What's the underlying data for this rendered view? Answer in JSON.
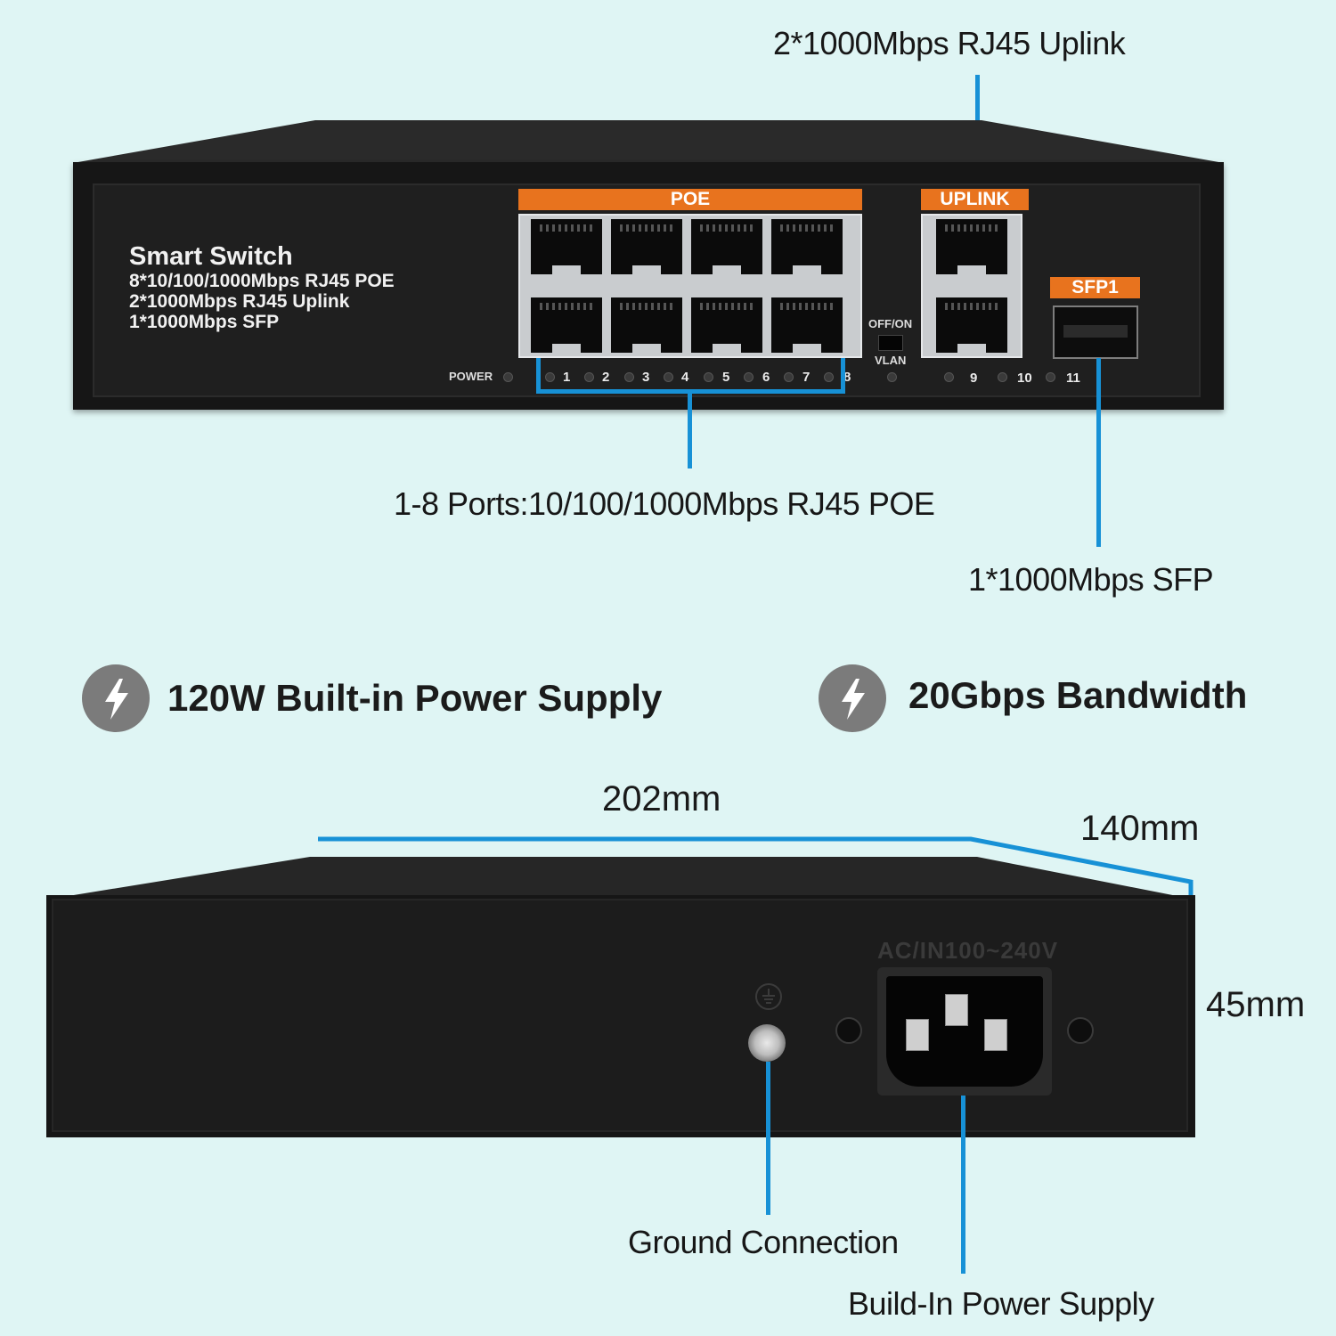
{
  "callouts": {
    "uplink": "2*1000Mbps RJ45 Uplink",
    "poe_ports": "1-8 Ports:10/100/1000Mbps RJ45 POE",
    "sfp": "1*1000Mbps SFP",
    "ground": "Ground Connection",
    "power": "Build-In Power Supply"
  },
  "features": [
    {
      "icon": "lightning-bolt-icon",
      "text": "120W Built-in Power Supply"
    },
    {
      "icon": "lightning-bolt-icon",
      "text": "20Gbps Bandwidth"
    }
  ],
  "dimensions": {
    "width": "202mm",
    "depth": "140mm",
    "height": "45mm"
  },
  "device": {
    "name": "Smart Switch",
    "specs": [
      "8*10/100/1000Mbps RJ45 POE",
      "2*1000Mbps RJ45 Uplink",
      "1*1000Mbps SFP"
    ],
    "labels": {
      "poe": "POE",
      "uplink": "UPLINK",
      "sfp": "SFP1",
      "power": "POWER",
      "switch_top": "OFF/ON",
      "switch_bottom": "VLAN"
    },
    "port_numbers": [
      "1",
      "2",
      "3",
      "4",
      "5",
      "6",
      "7",
      "8",
      "9",
      "10",
      "11"
    ],
    "rear_rating": "AC/IN100~240V"
  },
  "colors": {
    "accent_line": "#1791d6",
    "label_orange": "#e8731e",
    "background": "#dff5f4"
  }
}
